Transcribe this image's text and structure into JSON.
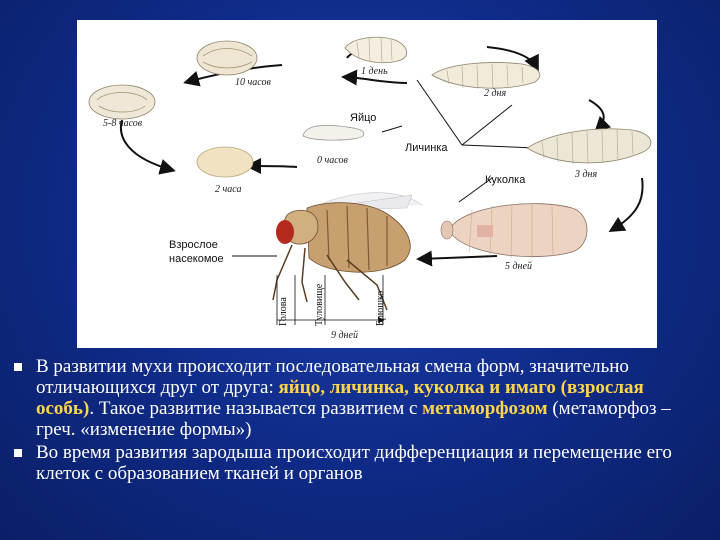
{
  "diagram": {
    "time_labels": {
      "h10": "10 часов",
      "d1": "1 день",
      "d2": "2 дня",
      "h58": "5-8 часов",
      "h0": "0 часов",
      "h2": "2 часа",
      "d3": "3 дня",
      "d5": "5 дней",
      "d9": "9 дней"
    },
    "stage_labels": {
      "egg": "Яйцо",
      "larva": "Личинка",
      "pupa": "Куколка",
      "adult_line1": "Взрослое",
      "adult_line2": "насекомое"
    },
    "body_parts": {
      "head": "Голова",
      "thorax": "Туловище",
      "abdomen": "Брюшко"
    },
    "colors": {
      "arrow": "#111111",
      "larva": "#ece6d6",
      "pupa": "#e8c9b4",
      "fly_body": "#c8a070",
      "fly_eye": "#b52a1e"
    }
  },
  "text": {
    "p1_a": "В развитии мухи происходит последовательная смена форм, значительно отличающихся друг от друга: ",
    "p1_hl1": "яйцо, личинка, куколка и имаго (взрослая особь)",
    "p1_b": ". Такое развитие называется развитием с ",
    "p1_hl2": "метаморфозом",
    "p1_c": " (метаморфоз – греч. «изменение формы»)",
    "p2": "Во время развития зародыша происходит дифференциация и перемещение его клеток с образованием тканей и органов"
  }
}
